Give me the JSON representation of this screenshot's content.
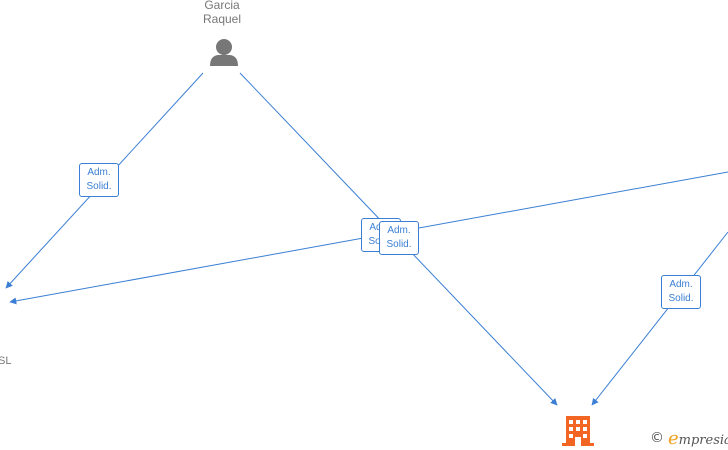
{
  "nodes": {
    "person": {
      "line1": "Garcia",
      "line2": "Raquel",
      "icon": "person-icon"
    },
    "company_left": {
      "label": "SL",
      "icon": "none"
    },
    "company_bottom": {
      "icon": "building-icon",
      "color": "#f26522"
    }
  },
  "edges": [
    {
      "line1": "Adm.",
      "line2": "Solid."
    },
    {
      "line1": "Adm.",
      "line2": "Solid."
    },
    {
      "line1": "Adm.",
      "line2": "Solid."
    },
    {
      "line1": "Adm.",
      "line2": "Solid."
    }
  ],
  "colors": {
    "edge": "#3b7fd4",
    "person": "#777777",
    "building": "#f26522"
  },
  "watermark": {
    "copyright": "©",
    "brand_initial": "e",
    "brand_rest": "mpresia"
  }
}
